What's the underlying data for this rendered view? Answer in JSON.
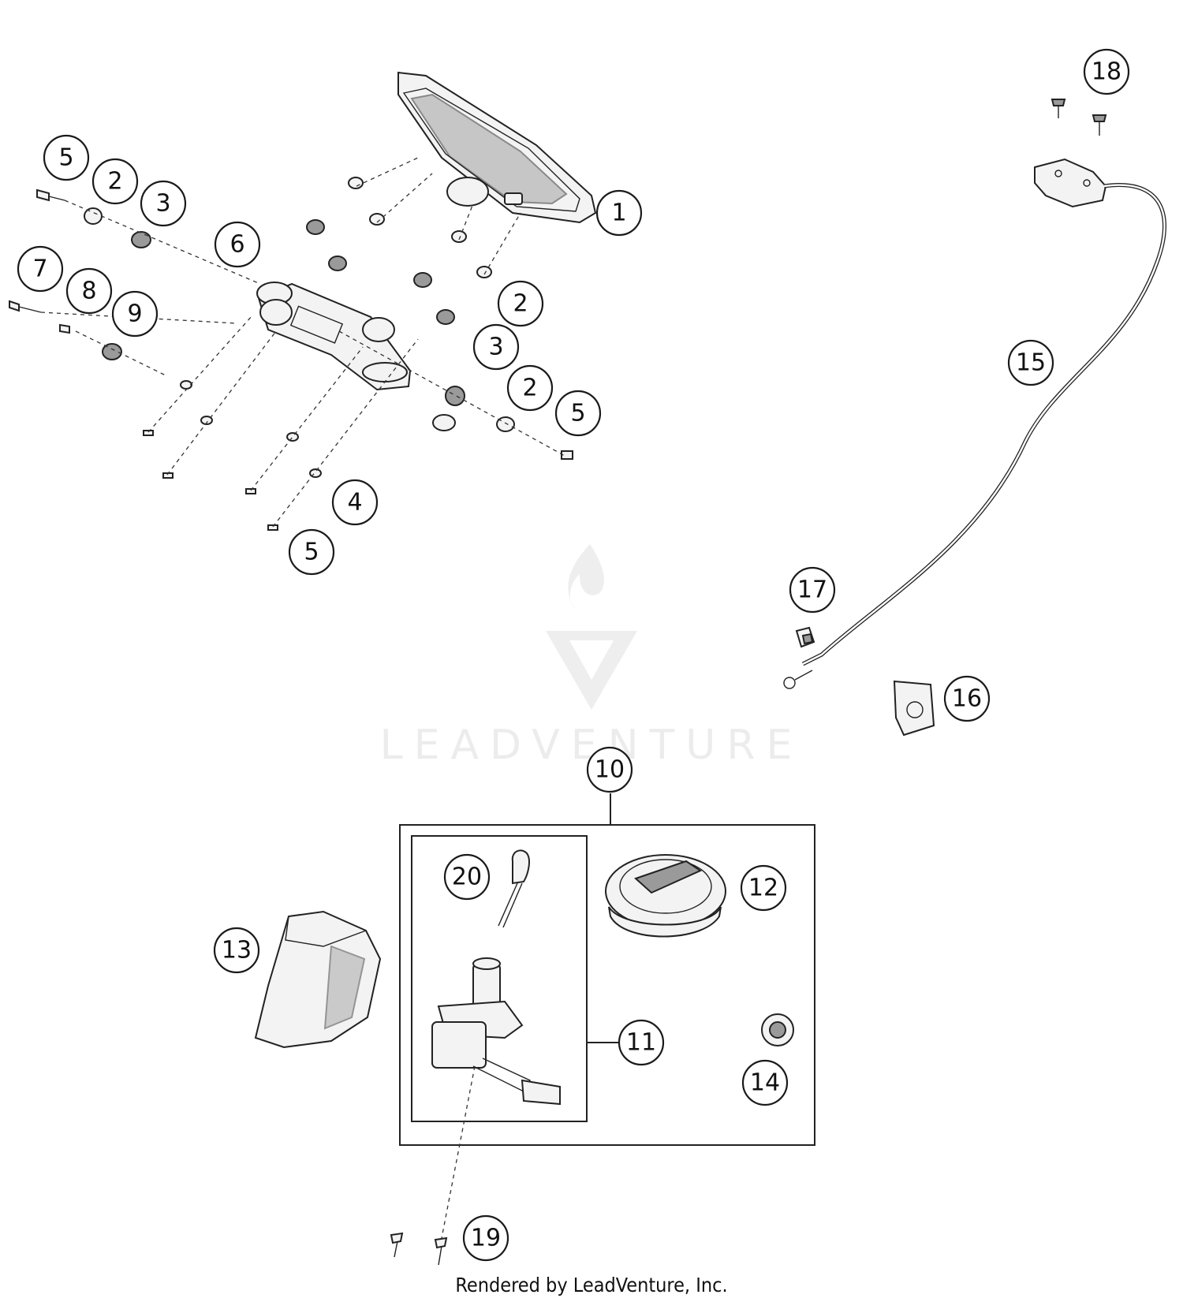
{
  "watermark": {
    "text": "LEADVENTURE"
  },
  "footer": {
    "text": "Rendered by LeadVenture, Inc."
  },
  "callouts": [
    {
      "id": "1",
      "label": "1"
    },
    {
      "id": "2a",
      "label": "2"
    },
    {
      "id": "2b",
      "label": "2"
    },
    {
      "id": "2c",
      "label": "2"
    },
    {
      "id": "3a",
      "label": "3"
    },
    {
      "id": "3b",
      "label": "3"
    },
    {
      "id": "4",
      "label": "4"
    },
    {
      "id": "5a",
      "label": "5"
    },
    {
      "id": "5b",
      "label": "5"
    },
    {
      "id": "5c",
      "label": "5"
    },
    {
      "id": "6",
      "label": "6"
    },
    {
      "id": "7",
      "label": "7"
    },
    {
      "id": "8",
      "label": "8"
    },
    {
      "id": "9",
      "label": "9"
    },
    {
      "id": "10",
      "label": "10"
    },
    {
      "id": "11",
      "label": "11"
    },
    {
      "id": "12",
      "label": "12"
    },
    {
      "id": "13",
      "label": "13"
    },
    {
      "id": "14",
      "label": "14"
    },
    {
      "id": "15",
      "label": "15"
    },
    {
      "id": "16",
      "label": "16"
    },
    {
      "id": "17",
      "label": "17"
    },
    {
      "id": "18",
      "label": "18"
    },
    {
      "id": "19",
      "label": "19"
    },
    {
      "id": "20",
      "label": "20"
    }
  ]
}
